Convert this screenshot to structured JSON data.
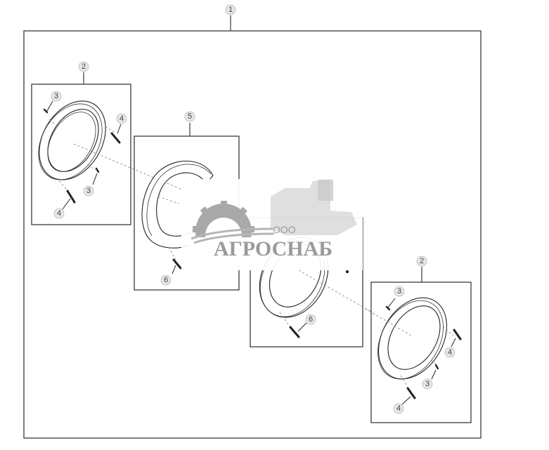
{
  "diagram": {
    "type": "exploded-parts-view",
    "assembly": {
      "callout": "1"
    },
    "groups": [
      {
        "id": "top-left-group",
        "callout": "2",
        "parts": [
          {
            "callout": "3",
            "desc": "small pin (upper)"
          },
          {
            "callout": "4",
            "desc": "long pin (right)"
          },
          {
            "callout": "3",
            "desc": "small pin (lower)"
          },
          {
            "callout": "4",
            "desc": "long pin (bottom)"
          }
        ]
      },
      {
        "id": "center-left-group",
        "callout": "5",
        "parts": [
          {
            "callout": "6",
            "desc": "pin"
          }
        ]
      },
      {
        "id": "center-right-group",
        "parts": [
          {
            "callout": "6",
            "desc": "pin"
          }
        ]
      },
      {
        "id": "bottom-right-group",
        "callout": "2",
        "parts": [
          {
            "callout": "3",
            "desc": "small pin (upper)"
          },
          {
            "callout": "4",
            "desc": "long pin (right)"
          },
          {
            "callout": "3",
            "desc": "small pin (lower)"
          },
          {
            "callout": "4",
            "desc": "long pin (bottom)"
          }
        ]
      }
    ]
  },
  "callouts": {
    "c1": "1",
    "c2a": "2",
    "c3a": "3",
    "c4a": "4",
    "c3b": "3",
    "c4b": "4",
    "c5": "5",
    "c6a": "6",
    "c6b": "6",
    "c2b": "2",
    "c3c": "3",
    "c4c": "4",
    "c3d": "3",
    "c4d": "4"
  },
  "watermark": {
    "prefix": "ООО",
    "name": "АГРОСНАБ",
    "icon": "gear-and-combine-harvester-logo"
  },
  "colors": {
    "line": "#3a3a3a",
    "callout_fill": "#e6e6e6",
    "watermark": "#9a9a9a"
  }
}
